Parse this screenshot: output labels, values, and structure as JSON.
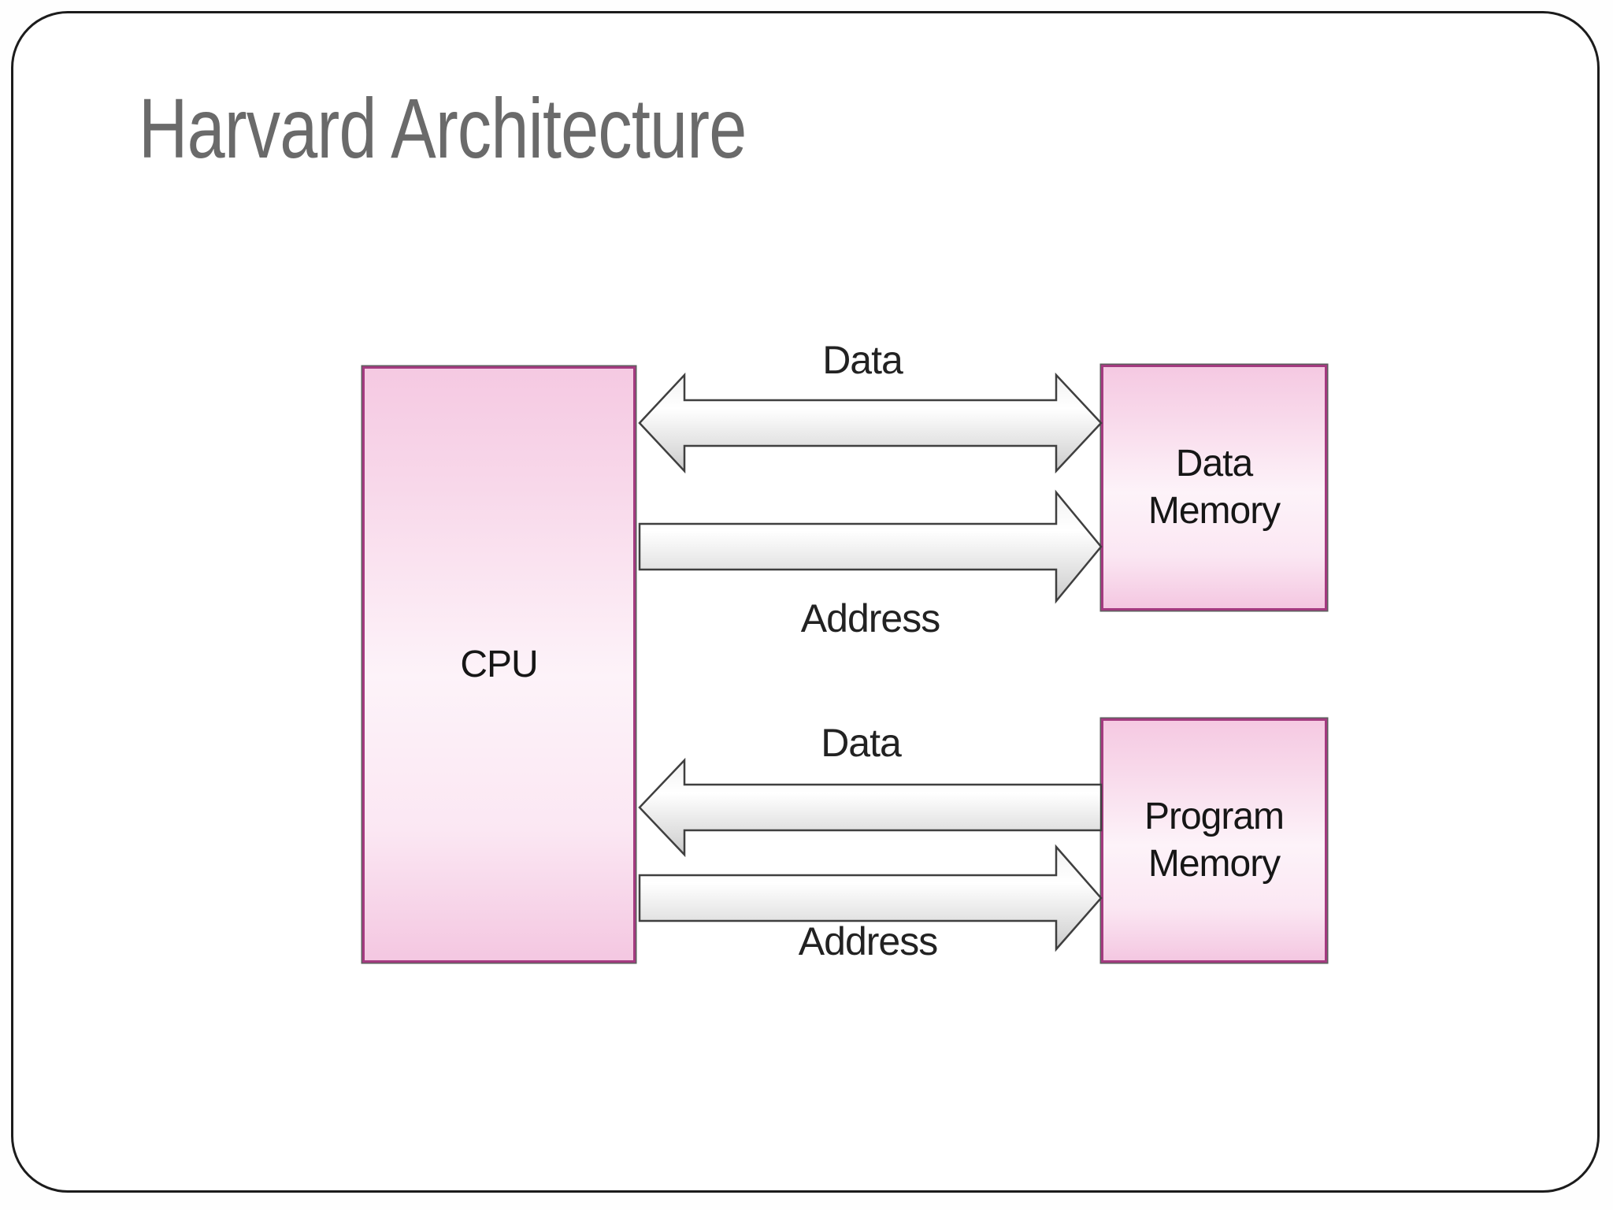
{
  "slide": {
    "title": "Harvard Architecture"
  },
  "diagram": {
    "nodes": [
      {
        "id": "cpu",
        "label": "CPU"
      },
      {
        "id": "data-memory",
        "label": "Data Memory"
      },
      {
        "id": "program-memory",
        "label": "Program Memory"
      }
    ],
    "buses": [
      {
        "id": "data-bus-top",
        "label": "Data",
        "direction": "bidirectional",
        "from": "CPU",
        "to": "Data Memory"
      },
      {
        "id": "address-bus-top",
        "label": "Address",
        "direction": "cpu-to-memory",
        "from": "CPU",
        "to": "Data Memory"
      },
      {
        "id": "data-bus-bottom",
        "label": "Data",
        "direction": "memory-to-cpu",
        "from": "Program Memory",
        "to": "CPU"
      },
      {
        "id": "address-bus-bottom",
        "label": "Address",
        "direction": "cpu-to-memory",
        "from": "CPU",
        "to": "Program Memory"
      }
    ],
    "colors": {
      "box_border": "#a43b80",
      "box_fill_pink": "#f5c9e2",
      "box_fill_light": "#fdf3f9",
      "arrow_outline": "#3f3f3f",
      "arrow_fill_top": "#fafafa",
      "arrow_fill_bottom": "#c9c9c9",
      "title_color": "#6a6a6a",
      "label_color": "#222222",
      "frame_border": "#1c1c1c"
    }
  }
}
